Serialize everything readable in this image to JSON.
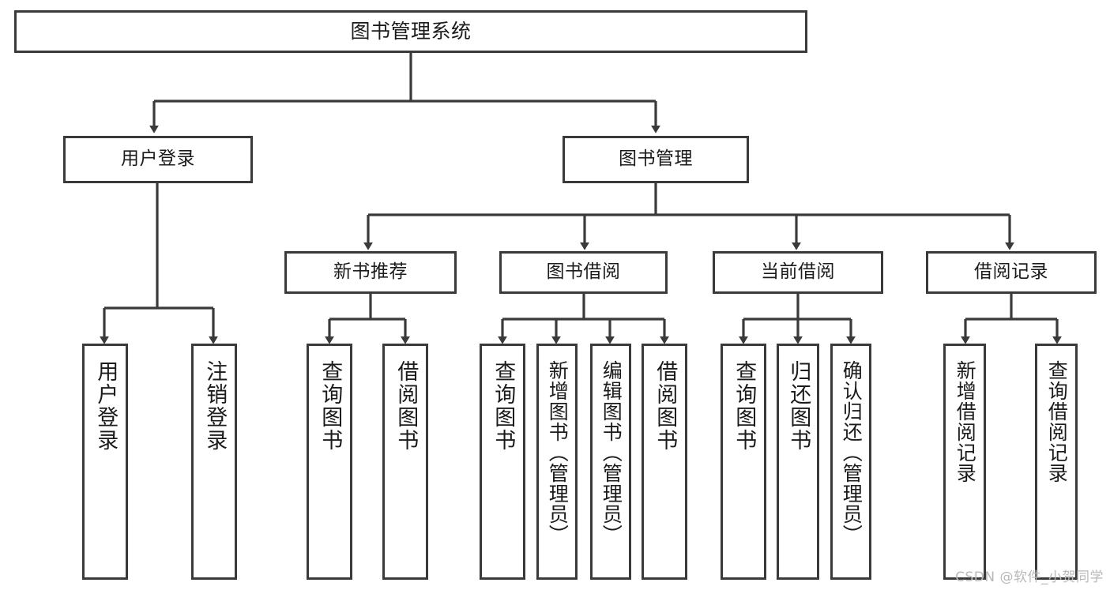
{
  "diagram": {
    "title": "图书管理系统",
    "watermark": "CSDN @软件_小贺同学",
    "colors": {
      "line": "#3a3a3a",
      "box_fill": "#ffffff",
      "text": "#1b1b1b",
      "watermark": "#b9b9b9"
    },
    "levels": {
      "root": {
        "label": "图书管理系统"
      },
      "level2": [
        {
          "label": "用户登录"
        },
        {
          "label": "图书管理"
        }
      ],
      "level3": [
        {
          "label": "新书推荐"
        },
        {
          "label": "图书借阅"
        },
        {
          "label": "当前借阅"
        },
        {
          "label": "借阅记录"
        }
      ],
      "level4": [
        {
          "label": "用户登录",
          "parent": "用户登录"
        },
        {
          "label": "注销登录",
          "parent": "用户登录"
        },
        {
          "label": "查询图书",
          "parent": "新书推荐"
        },
        {
          "label": "借阅图书",
          "parent": "新书推荐"
        },
        {
          "label": "查询图书",
          "parent": "图书借阅"
        },
        {
          "label": "新增图书（管理员）",
          "parent": "图书借阅"
        },
        {
          "label": "编辑图书（管理员）",
          "parent": "图书借阅"
        },
        {
          "label": "借阅图书",
          "parent": "图书借阅"
        },
        {
          "label": "查询图书",
          "parent": "当前借阅"
        },
        {
          "label": "归还图书",
          "parent": "当前借阅"
        },
        {
          "label": "确认归还（管理员）",
          "parent": "当前借阅"
        },
        {
          "label": "新增借阅记录",
          "parent": "借阅记录"
        },
        {
          "label": "查询借阅记录",
          "parent": "借阅记录"
        }
      ]
    }
  }
}
